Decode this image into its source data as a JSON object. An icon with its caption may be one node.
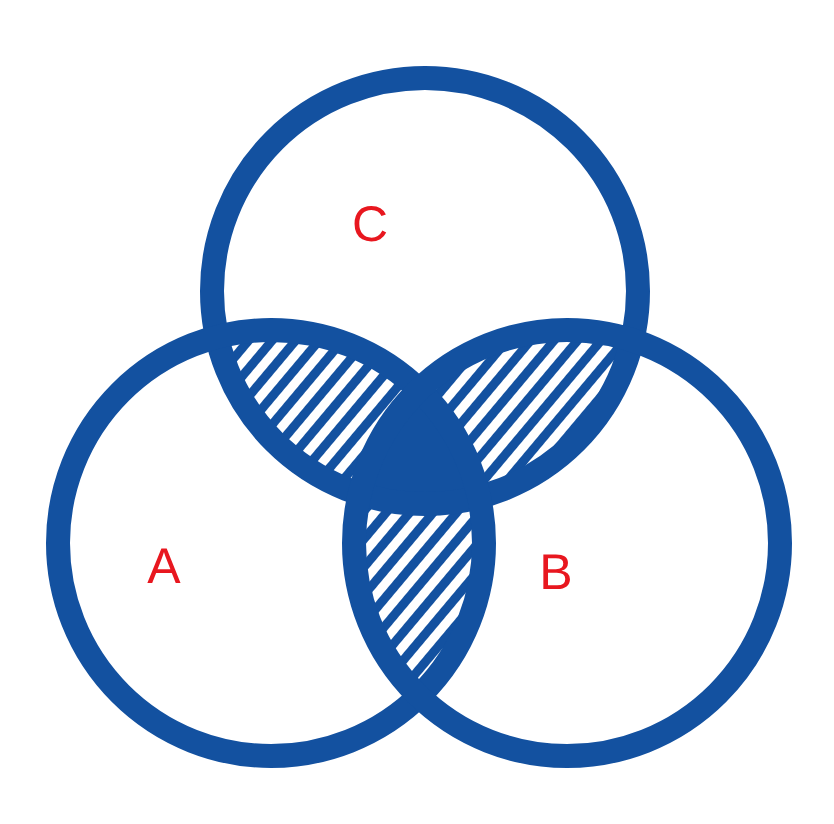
{
  "diagram": {
    "nodes": [
      {
        "text": [
          "C"
        ]
      },
      {
        "text": [
          "A"
        ]
      },
      {
        "text": [
          "B"
        ]
      }
    ]
  }
}
